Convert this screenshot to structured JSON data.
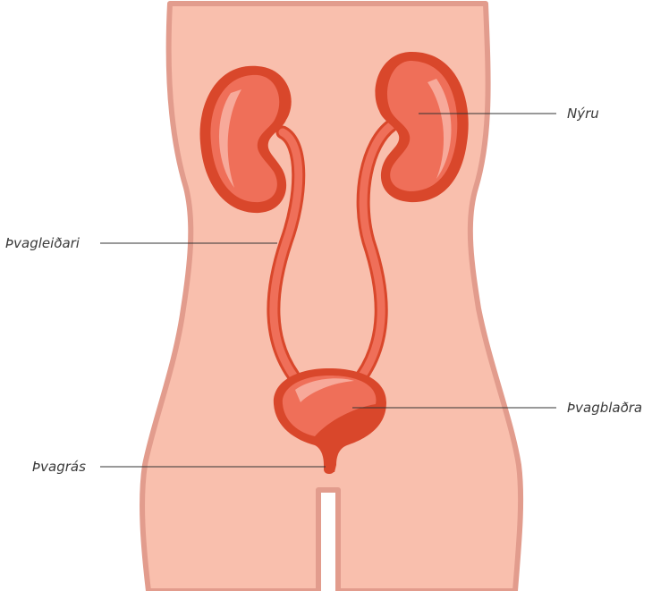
{
  "diagram": {
    "labels": {
      "kidneys": "Nýru",
      "ureter": "Þvagleiðari",
      "bladder": "Þvagblaðra",
      "urethra": "Þvagrás"
    },
    "colors": {
      "skin_fill": "#f9bfad",
      "skin_outline": "#e29c8d",
      "organ_dark": "#d9472b",
      "organ_mid": "#ef6f59",
      "organ_light": "#f7a99a",
      "leader_line": "#333333",
      "label_text": "#3a3a3a"
    }
  }
}
